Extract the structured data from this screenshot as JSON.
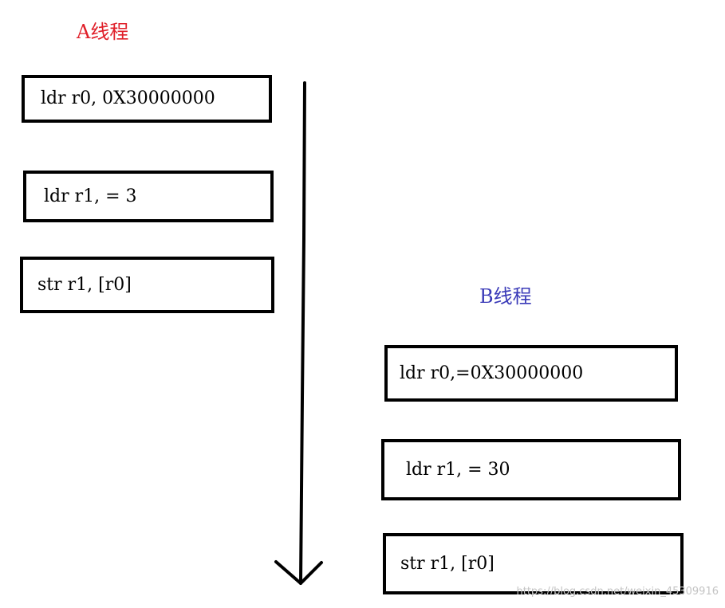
{
  "thread_a": {
    "title": "A线程",
    "title_color": "#e0202a",
    "instructions": [
      "ldr r0, 0X30000000",
      "ldr r1, = 3",
      "str r1, [r0]"
    ]
  },
  "thread_b": {
    "title": "B线程",
    "title_color": "#3a3ab8",
    "instructions": [
      "ldr r0,=0X30000000",
      "ldr r1, = 30",
      "str r1, [r0]"
    ]
  },
  "timeline": {
    "direction": "down",
    "icon": "arrow-down-icon"
  },
  "watermark": "https://blog.csdn.net/weixin_45309916"
}
